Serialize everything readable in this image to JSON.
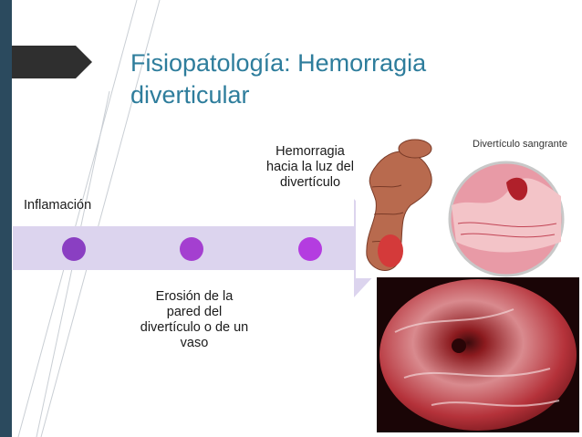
{
  "slide": {
    "title": "Fisiopatología: Hemorragia diverticular",
    "steps": [
      {
        "label": "Inflamación",
        "color": "#8a3fc2"
      },
      {
        "label": "Erosión de la pared del divertículo o de un vaso",
        "color": "#a43fd0"
      },
      {
        "label": "Hemorragia hacia la luz del divertículo",
        "color": "#b43ce0"
      }
    ],
    "illustration_caption": "Divertículo sangrante"
  },
  "colors": {
    "accent": "#2e7d9c",
    "arrow": "#dcd4ee",
    "sidebar": "#2b4a5e"
  }
}
